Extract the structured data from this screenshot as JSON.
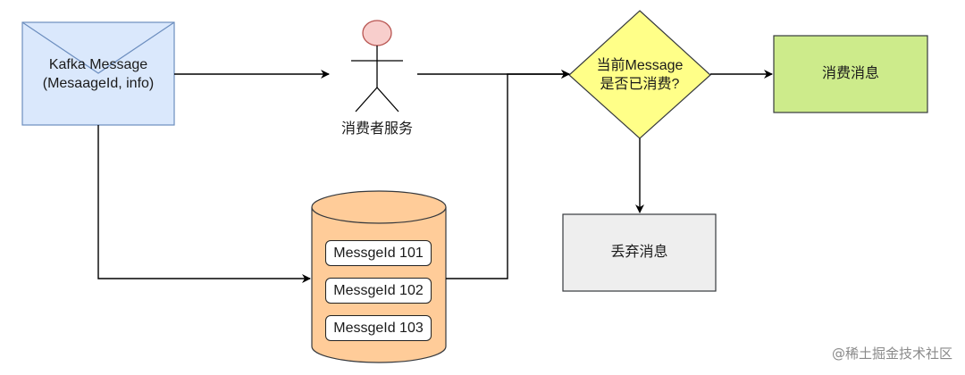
{
  "nodes": {
    "kafka_message": {
      "line1": "Kafka Message",
      "line2": "(MesaageId, info)"
    },
    "consumer_service": {
      "label": "消费者服务"
    },
    "decision": {
      "line1": "当前Message",
      "line2": "是否已消费?"
    },
    "consume": {
      "label": "消费消息"
    },
    "discard": {
      "label": "丢弃消息"
    },
    "message_store": {
      "items": [
        "MessgeId 101",
        "MessgeId 102",
        "MessgeId 103"
      ]
    }
  },
  "watermark": "@稀土掘金技术社区",
  "colors": {
    "envelope_fill": "#dae8fc",
    "actor_head": "#f8cecc",
    "decision_fill": "#ffff88",
    "consume_fill": "#cdeb8b",
    "discard_fill": "#eeeeee",
    "database_fill": "#ffcc99"
  }
}
